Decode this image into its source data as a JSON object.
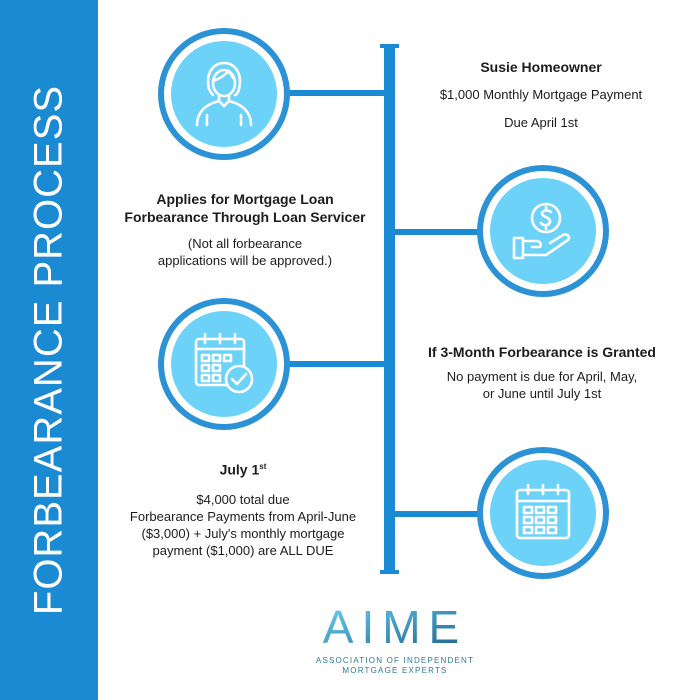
{
  "sidebar": {
    "title": "FORBEARANCE PROCESS",
    "color": "#1a8ad2"
  },
  "steps": {
    "homeowner": {
      "name": "Susie Homeowner",
      "payment": "$1,000 Monthly Mortgage Payment",
      "due": "Due April 1st",
      "icon": "person-icon"
    },
    "applies": {
      "heading": "Applies for Mortgage Loan\nForbearance Through Loan Servicer",
      "note": "(Not all forbearance\napplications will be approved.)",
      "icon": "money-hand-icon"
    },
    "granted": {
      "heading": "If 3-Month Forbearance is Granted",
      "note": "No payment is due for April, May,\nor June until July 1st",
      "icon": "calendar-check-icon"
    },
    "july": {
      "heading": "July 1",
      "heading_sup": "st",
      "total": "$4,000 total due",
      "detail": "Forbearance Payments from April-June\n($3,000) + July's monthly mortgage\npayment ($1,000) are ALL DUE",
      "icon": "calendar-icon"
    }
  },
  "logo": {
    "wordmark": "AIME",
    "tagline": "ASSOCIATION OF INDEPENDENT\nMORTGAGE EXPERTS"
  },
  "colors": {
    "accent": "#1a8ad2",
    "circle_fill": "#6dd2f8",
    "logo_teal": "#2a7a99"
  }
}
